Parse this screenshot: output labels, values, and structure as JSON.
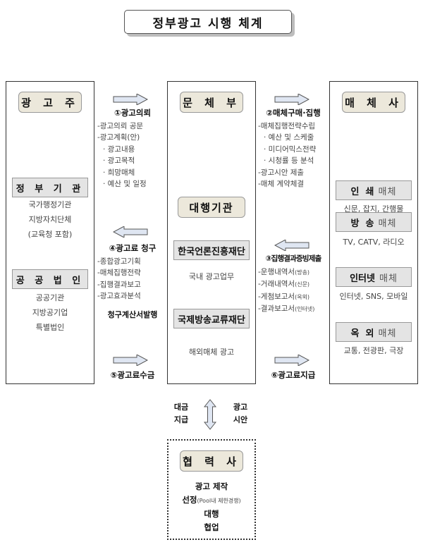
{
  "title": "정부광고 시행 체계",
  "advertiser": {
    "heading": "광 고 주",
    "groups": [
      {
        "label": "정 부 기 관",
        "items": [
          "국가행정기관",
          "지방자치단체",
          "(교육청 포함)"
        ]
      },
      {
        "label": "공 공 법 인",
        "items": [
          "공공기관",
          "지방공기업",
          "특별법인"
        ]
      }
    ]
  },
  "ministry": {
    "heading": "문 체 부",
    "agency_label": "대행기관",
    "agencies": [
      {
        "label": "한국언론진흥재단",
        "desc": "국내 광고업무"
      },
      {
        "label": "국제방송교류재단",
        "desc": "해외매체 광고"
      }
    ]
  },
  "media": {
    "heading": "매 체 사",
    "groups": [
      {
        "label_bold": "인  쇄",
        "label_light": "매체",
        "desc": "신문, 잡지, 간행물"
      },
      {
        "label_bold": "방  송",
        "label_light": "매체",
        "desc": "TV, CATV, 라디오"
      },
      {
        "label_bold": "인터넷",
        "label_light": "매체",
        "desc": "인터넷, SNS, 모바일"
      },
      {
        "label_bold": "옥  외",
        "label_light": "매체",
        "desc": "교통, 전광판, 극장"
      }
    ]
  },
  "flows": {
    "step1": {
      "title": "①광고의뢰",
      "direction": "right",
      "items": [
        "-광고의뢰 공문",
        "-광고계획(안)"
      ],
      "bullets": [
        "· 광고내용",
        "· 광고목적",
        "· 희망매체",
        "· 예산 및 일정"
      ]
    },
    "step2": {
      "title": "②매체구매·집행",
      "direction": "right",
      "items": [
        "-매체집행전략수립"
      ],
      "bullets": [
        "· 예산 및 스케줄",
        "· 미디어믹스전략",
        "· 시청률 등 분석"
      ],
      "items_after": [
        "-광고시안 제출",
        "-매체 계약체결"
      ]
    },
    "step3": {
      "title": "③집행결과증빙제출",
      "direction": "left",
      "items": [
        {
          "main": "-운행내역서",
          "note": "(방송)"
        },
        {
          "main": "-거래내역서",
          "note": "(신문)"
        },
        {
          "main": "-게첨보고서",
          "note": "(옥외)"
        },
        {
          "main": "-결과보고서",
          "note": "(인터넷)"
        }
      ]
    },
    "step4": {
      "title": "④광고료 청구",
      "direction": "left",
      "items": [
        "-종합광고기획",
        "-매체집행전략",
        "-집행결과보고",
        "-광고효과분석"
      ],
      "footer": "청구계산서발행"
    },
    "step5": {
      "title": "⑤광고료수금",
      "direction": "right"
    },
    "step6": {
      "title": "⑥광고료지급",
      "direction": "right"
    }
  },
  "vertical_exchange": {
    "left_label": [
      "대금",
      "지급"
    ],
    "right_label": [
      "광고",
      "시안"
    ],
    "direction": "both"
  },
  "partner": {
    "heading": "협 력 사",
    "line1": "광고 제작",
    "line2_bold": "선정",
    "line2_note": "(Pool내 제한경쟁)",
    "line3": "대행",
    "line4": "협업"
  },
  "colors": {
    "pill_bg": "#ece8db",
    "subbox_bg": "#e4e4e4",
    "arrow_fill": "#dfe6f2",
    "border": "#333333"
  }
}
